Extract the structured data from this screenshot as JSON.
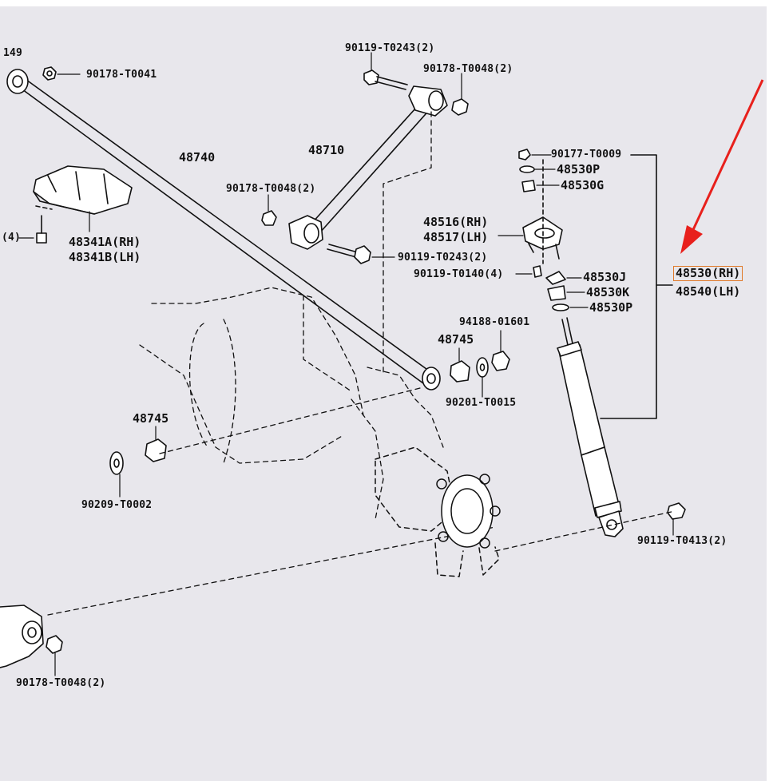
{
  "highlight_color": "#e07a2a",
  "arrow_color": "#e8201c",
  "labels": {
    "l_149": "149",
    "l_90178_T0041": "90178-T0041",
    "l_90119_T0243_2_top": "90119-T0243(2)",
    "l_90178_T0048_2_top": "90178-T0048(2)",
    "l_48740": "48740",
    "l_48710": "48710",
    "l_90178_T0048_2_mid": "90178-T0048(2)",
    "l_4_left": "(4)",
    "l_48341A": "48341A(RH)",
    "l_48341B": "48341B(LH)",
    "l_90177_T0009": "90177-T0009",
    "l_48530P_top": "48530P",
    "l_48530G": "48530G",
    "l_48516": "48516(RH)",
    "l_48517": "48517(LH)",
    "l_90119_T0243_2_mid": "90119-T0243(2)",
    "l_90119_T0140": "90119-T0140(4)",
    "l_48530J": "48530J",
    "l_48530K": "48530K",
    "l_48530P_bot": "48530P",
    "l_48530RH": "48530(RH)",
    "l_48540LH": "48540(LH)",
    "l_94188_01601": "94188-01601",
    "l_48745_top": "48745",
    "l_90201_T0015": "90201-T0015",
    "l_48745_left": "48745",
    "l_90209_T0002": "90209-T0002",
    "l_90119_T0413": "90119-T0413(2)",
    "l_90178_T0048_2_bot": "90178-T0048(2)"
  }
}
